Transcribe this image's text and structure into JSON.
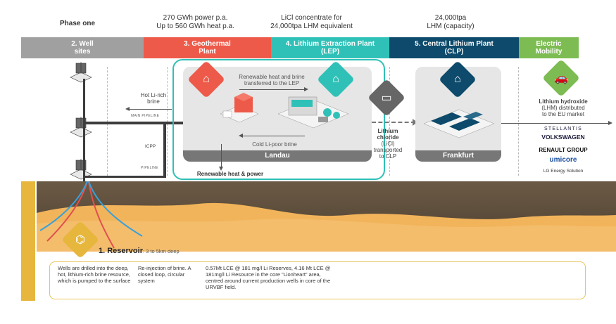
{
  "phase_label": "Phase one",
  "header": {
    "geothermal_stat_line1": "270 GWh power p.a.",
    "geothermal_stat_line2": "Up to 560 GWh heat p.a.",
    "lep_stat_line1": "LiCl concentrate for",
    "lep_stat_line2": "24,000tpa LHM equivalent",
    "clp_stat_line1": "24,000tpa",
    "clp_stat_line2": "LHM (capacity)"
  },
  "bands": [
    {
      "line1": "2. Well",
      "line2": "sites",
      "color": "#a0a0a0"
    },
    {
      "line1": "3. Geothermal",
      "line2": "Plant",
      "color": "#ee5a49"
    },
    {
      "line1": "4. Lithium Extraction Plant",
      "line2": "(LEP)",
      "color": "#2fc1b7"
    },
    {
      "line1": "5. Central Lithium Plant",
      "line2": "(CLP)",
      "color": "#0d4a6b"
    },
    {
      "line1": "Electric",
      "line2": "Mobility",
      "color": "#7cbc52"
    }
  ],
  "labels": {
    "hot_brine_line1": "Hot Li-rich",
    "hot_brine_line2": "brine",
    "main_pipeline": "MAIN PIPELINE",
    "icpp": "ICPP",
    "pipeline": "PIPELINE",
    "renewable_transfer_line1": "Renewable heat and brine",
    "renewable_transfer_line2": "transferred to the LEP",
    "cold_brine": "Cold Li-poor brine",
    "landau": "Landau",
    "renewable_output": "Renewable heat & power",
    "licl_line1": "Lithium",
    "licl_line2": "chloride",
    "licl_line3": "(LiCl)",
    "licl_line4": "transported",
    "licl_line5": "to CLP",
    "frankfurt": "Frankfurt",
    "lhm_line1": "Lithium hydroxide",
    "lhm_line2": "(LHM) distributed",
    "lhm_line3": "to the EU market"
  },
  "partners": [
    "STELLANTIS",
    "VOLKSWAGEN",
    "RENAULT GROUP",
    "umicore",
    "LG Energy Solution"
  ],
  "reservoir": {
    "title": "1. Reservoir",
    "subtitle": ": 3 to 5km deep",
    "col1": "Wells are drilled into the deep, hot, lithium-rich brine resource, which is pumped to the surface",
    "col2": "Re-injection of brine. A closed loop, circular system",
    "col3": "0.57Mt LCE @ 181 mg/l Li Reserves, 4.16 Mt LCE @ 181mg/l Li Resource in the core \"Lionheart\" area, centred around current production wells in core of the URVBF field."
  },
  "colors": {
    "wells": "#a0a0a0",
    "geothermal": "#ee5a49",
    "lep": "#2fc1b7",
    "clp": "#0d4a6b",
    "mobility": "#7cbc52",
    "reservoir_gold": "#e6b63d",
    "soil_dark": "#5a4a3a",
    "soil_light": "#f2b45a"
  },
  "icons": [
    "well-rig-icon",
    "factory-icon",
    "truck-icon",
    "car-icon",
    "circuit-icon"
  ]
}
